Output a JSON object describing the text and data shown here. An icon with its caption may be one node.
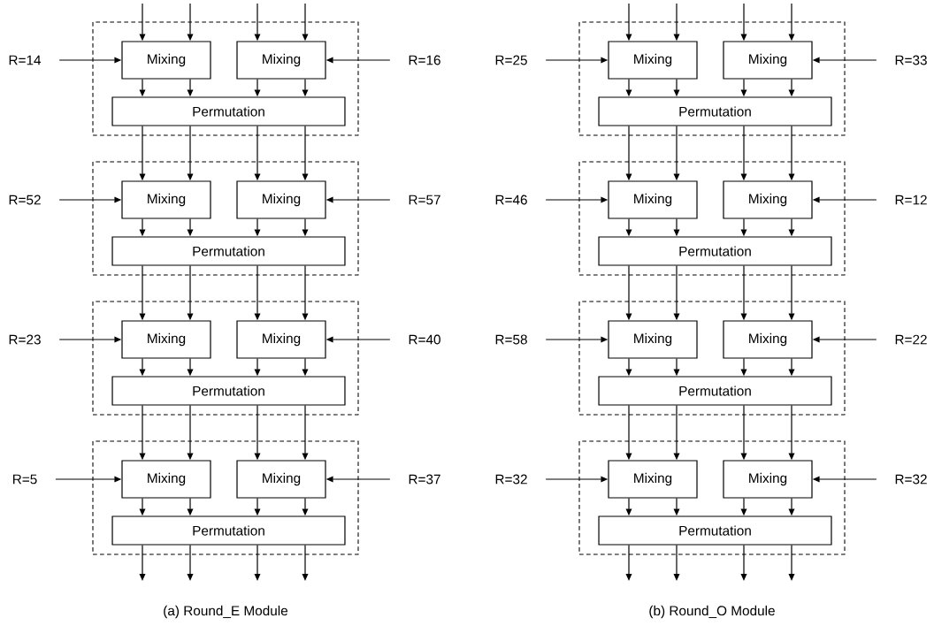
{
  "diagram": {
    "nodes": [
      {
        "text": [
          "R=14"
        ]
      },
      {
        "text": [],
        "shape": "box"
      },
      {
        "text": [
          "Mixing"
        ],
        "in": 1
      },
      {
        "text": [
          "Mixing"
        ],
        "in": 1
      },
      {
        "text": [
          "Permutation"
        ],
        "in": 1
      },
      {
        "text": [
          "R=16"
        ]
      },
      {
        "text": [
          "R=52"
        ]
      },
      {
        "text": [],
        "shape": "box"
      },
      {
        "text": [
          "Mixing"
        ],
        "in": 7
      },
      {
        "text": [
          "Mixing"
        ],
        "in": 7
      },
      {
        "text": [
          "Permutation"
        ],
        "in": 7
      },
      {
        "text": [
          "R=57"
        ]
      },
      {
        "text": [
          "R=23"
        ]
      },
      {
        "text": [],
        "shape": "box"
      },
      {
        "text": [
          "Mixing"
        ],
        "in": 13
      },
      {
        "text": [
          "Mixing"
        ],
        "in": 13
      },
      {
        "text": [
          "Permutation"
        ],
        "in": 13
      },
      {
        "text": [
          "R=40"
        ]
      },
      {
        "text": [
          "R=5"
        ]
      },
      {
        "text": [],
        "shape": "box"
      },
      {
        "text": [
          "Mixing"
        ],
        "in": 19
      },
      {
        "text": [
          "Mixing"
        ],
        "in": 19
      },
      {
        "text": [
          "Permutation"
        ],
        "in": 19
      },
      {
        "text": [
          "R=37"
        ]
      },
      {
        "text": [
          "R=25"
        ]
      },
      {
        "text": [],
        "shape": "box"
      },
      {
        "text": [
          "Mixing"
        ],
        "in": 25
      },
      {
        "text": [
          "Mixing"
        ],
        "in": 25
      },
      {
        "text": [
          "Permutation"
        ],
        "in": 25
      },
      {
        "text": [
          "R=33"
        ]
      },
      {
        "text": [
          "R=46"
        ]
      },
      {
        "text": [],
        "shape": "box"
      },
      {
        "text": [
          "Mixing"
        ],
        "in": 31
      },
      {
        "text": [
          "Mixing"
        ],
        "in": 31
      },
      {
        "text": [
          "Permutation"
        ],
        "in": 31
      },
      {
        "text": [
          "R=12"
        ]
      },
      {
        "text": [
          "R=58"
        ]
      },
      {
        "text": [],
        "shape": "box"
      },
      {
        "text": [
          "Mixing"
        ],
        "in": 37
      },
      {
        "text": [
          "Mixing"
        ],
        "in": 37
      },
      {
        "text": [
          "Permutation"
        ],
        "in": 37
      },
      {
        "text": [
          "R=22"
        ]
      },
      {
        "text": [
          "R=32"
        ]
      },
      {
        "text": [],
        "shape": "box"
      },
      {
        "text": [
          "Mixing"
        ],
        "in": 43
      },
      {
        "text": [
          "Mixing"
        ],
        "in": 43
      },
      {
        "text": [
          "Permutation"
        ],
        "in": 43
      },
      {
        "text": [
          "R=32"
        ]
      }
    ],
    "edges": [
      {
        "from": null,
        "to": 2,
        "arrow": "to"
      },
      {
        "from": null,
        "to": 2,
        "arrow": "to"
      },
      {
        "from": null,
        "to": 3,
        "arrow": "to"
      },
      {
        "from": null,
        "to": 3,
        "arrow": "to"
      },
      {
        "from": 0,
        "to": 2,
        "arrow": "to"
      },
      {
        "from": 5,
        "to": 3,
        "arrow": "to"
      },
      {
        "from": 2,
        "to": 4,
        "arrow": "to"
      },
      {
        "from": 2,
        "to": 4,
        "arrow": "to"
      },
      {
        "from": 3,
        "to": 4,
        "arrow": "to"
      },
      {
        "from": 3,
        "to": 4,
        "arrow": "to"
      },
      {
        "from": 4,
        "to": 8,
        "arrow": "to"
      },
      {
        "from": 4,
        "to": 8,
        "arrow": "to"
      },
      {
        "from": 4,
        "to": 9,
        "arrow": "to"
      },
      {
        "from": 4,
        "to": 9,
        "arrow": "to"
      },
      {
        "from": 6,
        "to": 8,
        "arrow": "to"
      },
      {
        "from": 11,
        "to": 9,
        "arrow": "to"
      },
      {
        "from": 8,
        "to": 10,
        "arrow": "to"
      },
      {
        "from": 8,
        "to": 10,
        "arrow": "to"
      },
      {
        "from": 9,
        "to": 10,
        "arrow": "to"
      },
      {
        "from": 9,
        "to": 10,
        "arrow": "to"
      },
      {
        "from": 10,
        "to": 14,
        "arrow": "to"
      },
      {
        "from": 10,
        "to": 14,
        "arrow": "to"
      },
      {
        "from": 10,
        "to": 15,
        "arrow": "to"
      },
      {
        "from": 10,
        "to": 15,
        "arrow": "to"
      },
      {
        "from": 12,
        "to": 14,
        "arrow": "to"
      },
      {
        "from": 17,
        "to": 15,
        "arrow": "to"
      },
      {
        "from": 14,
        "to": 16,
        "arrow": "to"
      },
      {
        "from": 14,
        "to": 16,
        "arrow": "to"
      },
      {
        "from": 15,
        "to": 16,
        "arrow": "to"
      },
      {
        "from": 15,
        "to": 16,
        "arrow": "to"
      },
      {
        "from": 16,
        "to": 20,
        "arrow": "to"
      },
      {
        "from": 16,
        "to": 20,
        "arrow": "to"
      },
      {
        "from": 16,
        "to": 21,
        "arrow": "to"
      },
      {
        "from": 16,
        "to": 21,
        "arrow": "to"
      },
      {
        "from": 18,
        "to": 20,
        "arrow": "to"
      },
      {
        "from": 23,
        "to": 21,
        "arrow": "to"
      },
      {
        "from": 20,
        "to": 22,
        "arrow": "to"
      },
      {
        "from": 20,
        "to": 22,
        "arrow": "to"
      },
      {
        "from": 21,
        "to": 22,
        "arrow": "to"
      },
      {
        "from": 21,
        "to": 22,
        "arrow": "to"
      },
      {
        "from": 22,
        "to": null,
        "arrow": "to"
      },
      {
        "from": 22,
        "to": null,
        "arrow": "to"
      },
      {
        "from": 22,
        "to": null,
        "arrow": "to"
      },
      {
        "from": 22,
        "to": null,
        "arrow": "to"
      },
      {
        "from": null,
        "to": 26,
        "arrow": "to"
      },
      {
        "from": null,
        "to": 26,
        "arrow": "to"
      },
      {
        "from": null,
        "to": 27,
        "arrow": "to"
      },
      {
        "from": null,
        "to": 27,
        "arrow": "to"
      },
      {
        "from": 24,
        "to": 26,
        "arrow": "to"
      },
      {
        "from": 29,
        "to": 27,
        "arrow": "to"
      },
      {
        "from": 26,
        "to": 28,
        "arrow": "to"
      },
      {
        "from": 26,
        "to": 28,
        "arrow": "to"
      },
      {
        "from": 27,
        "to": 28,
        "arrow": "to"
      },
      {
        "from": 27,
        "to": 28,
        "arrow": "to"
      },
      {
        "from": 28,
        "to": 32,
        "arrow": "to"
      },
      {
        "from": 28,
        "to": 32,
        "arrow": "to"
      },
      {
        "from": 28,
        "to": 33,
        "arrow": "to"
      },
      {
        "from": 28,
        "to": 33,
        "arrow": "to"
      },
      {
        "from": 30,
        "to": 32,
        "arrow": "to"
      },
      {
        "from": 35,
        "to": 33,
        "arrow": "to"
      },
      {
        "from": 32,
        "to": 34,
        "arrow": "to"
      },
      {
        "from": 32,
        "to": 34,
        "arrow": "to"
      },
      {
        "from": 33,
        "to": 34,
        "arrow": "to"
      },
      {
        "from": 33,
        "to": 34,
        "arrow": "to"
      },
      {
        "from": 34,
        "to": 38,
        "arrow": "to"
      },
      {
        "from": 34,
        "to": 38,
        "arrow": "to"
      },
      {
        "from": 34,
        "to": 39,
        "arrow": "to"
      },
      {
        "from": 34,
        "to": 39,
        "arrow": "to"
      },
      {
        "from": 36,
        "to": 38,
        "arrow": "to"
      },
      {
        "from": 41,
        "to": 39,
        "arrow": "to"
      },
      {
        "from": 38,
        "to": 40,
        "arrow": "to"
      },
      {
        "from": 38,
        "to": 40,
        "arrow": "to"
      },
      {
        "from": 39,
        "to": 40,
        "arrow": "to"
      },
      {
        "from": 39,
        "to": 40,
        "arrow": "to"
      },
      {
        "from": 40,
        "to": 44,
        "arrow": "to"
      },
      {
        "from": 40,
        "to": 44,
        "arrow": "to"
      },
      {
        "from": 40,
        "to": 45,
        "arrow": "to"
      },
      {
        "from": 40,
        "to": 45,
        "arrow": "to"
      },
      {
        "from": 42,
        "to": 44,
        "arrow": "to"
      },
      {
        "from": 47,
        "to": 45,
        "arrow": "to"
      },
      {
        "from": 44,
        "to": 46,
        "arrow": "to"
      },
      {
        "from": 44,
        "to": 46,
        "arrow": "to"
      },
      {
        "from": 45,
        "to": 46,
        "arrow": "to"
      },
      {
        "from": 45,
        "to": 46,
        "arrow": "to"
      },
      {
        "from": 46,
        "to": null,
        "arrow": "to"
      },
      {
        "from": 46,
        "to": null,
        "arrow": "to"
      },
      {
        "from": 46,
        "to": null,
        "arrow": "to"
      },
      {
        "from": 46,
        "to": null,
        "arrow": "to"
      }
    ],
    "labels": [
      "(a) Round_E Module",
      "(b) Round_O Module"
    ]
  }
}
